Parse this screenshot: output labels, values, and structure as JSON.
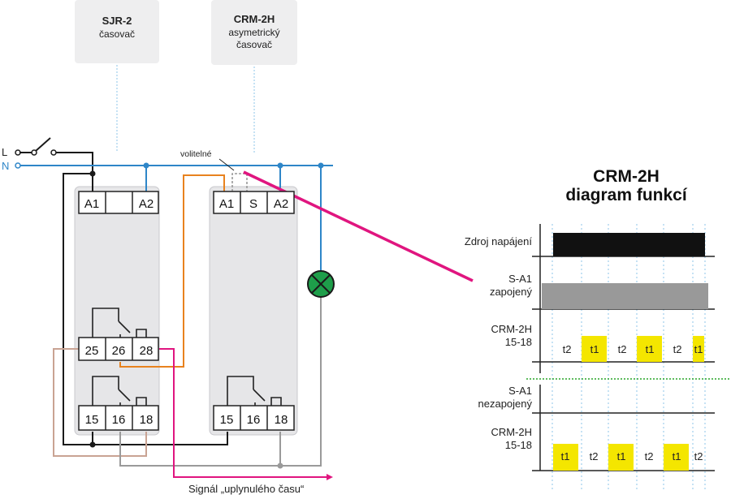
{
  "devices": {
    "sjr2": {
      "name": "SJR-2",
      "line2": "časovač"
    },
    "crm2h": {
      "name": "CRM-2H",
      "line2": "asymetrický",
      "line3": "časovač"
    }
  },
  "supply": {
    "l_label": "L",
    "n_label": "N",
    "optional_label": "volitelné"
  },
  "sjr2_terminals": {
    "top": [
      "A1",
      "",
      "A2"
    ],
    "mid": [
      "25",
      "26",
      "28"
    ],
    "bottom": [
      "15",
      "16",
      "18"
    ]
  },
  "crm2h_terminals": {
    "top": [
      "A1",
      "S",
      "A2"
    ],
    "bottom": [
      "15",
      "16",
      "18"
    ]
  },
  "signal_label": "Signál „uplynulého času“",
  "colors": {
    "supply_blue": "#2e86c8",
    "wire_black": "#1a1a1a",
    "wire_orange": "#e8821e",
    "wire_magenta": "#e0157f",
    "wire_pink": "#c9a393",
    "wire_gray": "#9a9a9a",
    "lamp_green": "#1e9e4a",
    "pulse_yellow": "#f4e600",
    "supply_bar": "#111111",
    "s_bar": "#999999",
    "divider_green": "#2aa52a"
  },
  "function_diagram": {
    "title_line1": "CRM-2H",
    "title_line2": "diagram funkcí",
    "rows": {
      "supply": "Zdroj napájení",
      "s_connected_1": "S-A1",
      "s_connected_2": "zapojený",
      "crm_1": "CRM-2H",
      "crm_2": "15-18",
      "s_disconnected_1": "S-A1",
      "s_disconnected_2": "nezapojený",
      "crm2_1": "CRM-2H",
      "crm2_2": "15-18"
    },
    "connected_sequence": [
      "t2",
      "t1",
      "t2",
      "t1",
      "t2",
      "t1"
    ],
    "disconnected_sequence": [
      "t1",
      "t2",
      "t1",
      "t2",
      "t1",
      "t2"
    ]
  }
}
